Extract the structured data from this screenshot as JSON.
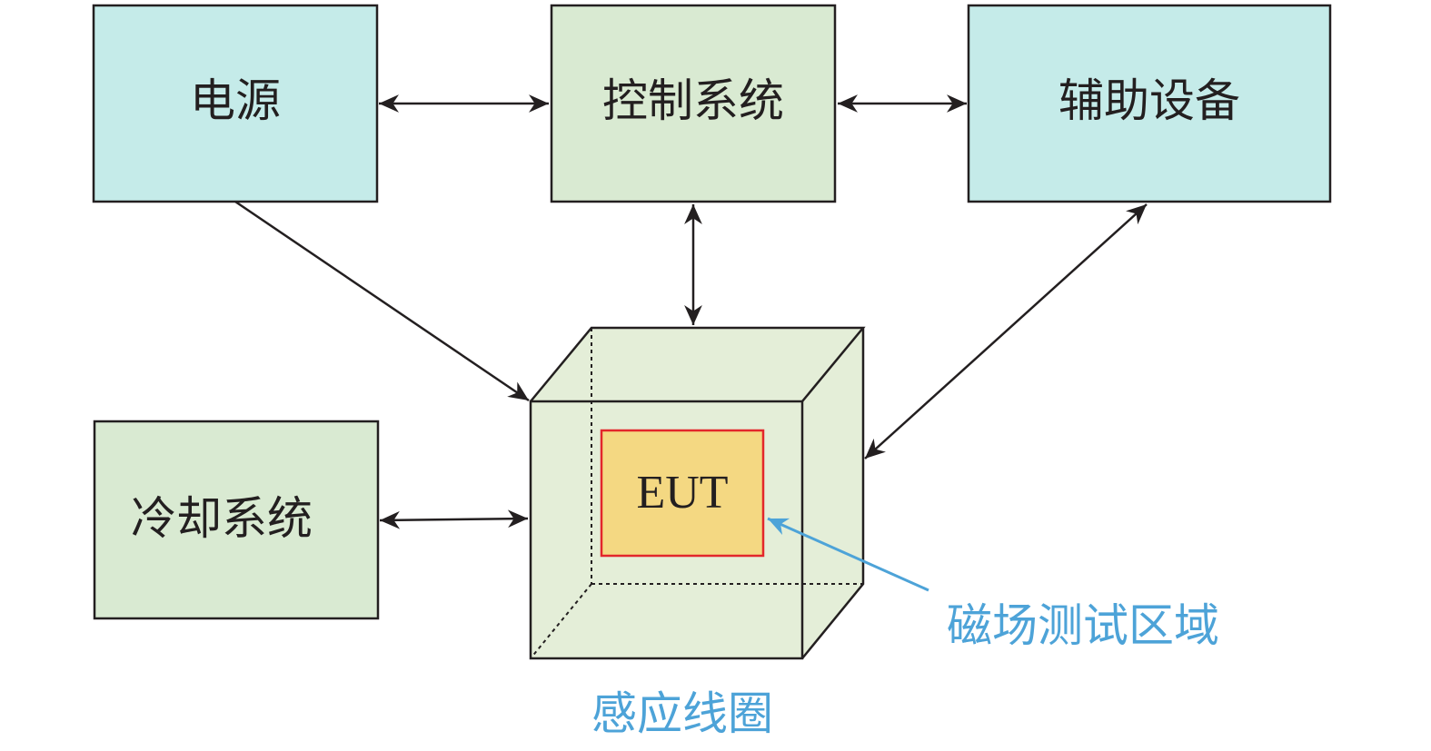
{
  "colors": {
    "cyan_box": "#c5ebe9",
    "green_box": "#d9ead2",
    "cube_fill": "#e4eed8",
    "eut_fill": "#f4d882",
    "eut_border": "#e3262b",
    "stroke": "#231f20",
    "annotation_blue": "#4da3d8"
  },
  "nodes": {
    "power": {
      "label": "电源"
    },
    "control": {
      "label": "控制系统"
    },
    "auxiliary": {
      "label": "辅助设备"
    },
    "cooling": {
      "label": "冷却系统"
    },
    "eut": {
      "label": "EUT"
    }
  },
  "annotations": {
    "test_zone": "磁场测试区域",
    "coil": "感应线圈"
  },
  "edges": [
    {
      "from": "power",
      "to": "control",
      "direction": "both"
    },
    {
      "from": "control",
      "to": "auxiliary",
      "direction": "both"
    },
    {
      "from": "control",
      "to": "coil",
      "direction": "both"
    },
    {
      "from": "power",
      "to": "coil",
      "direction": "forward"
    },
    {
      "from": "auxiliary",
      "to": "coil",
      "direction": "both"
    },
    {
      "from": "cooling",
      "to": "coil",
      "direction": "both"
    }
  ]
}
